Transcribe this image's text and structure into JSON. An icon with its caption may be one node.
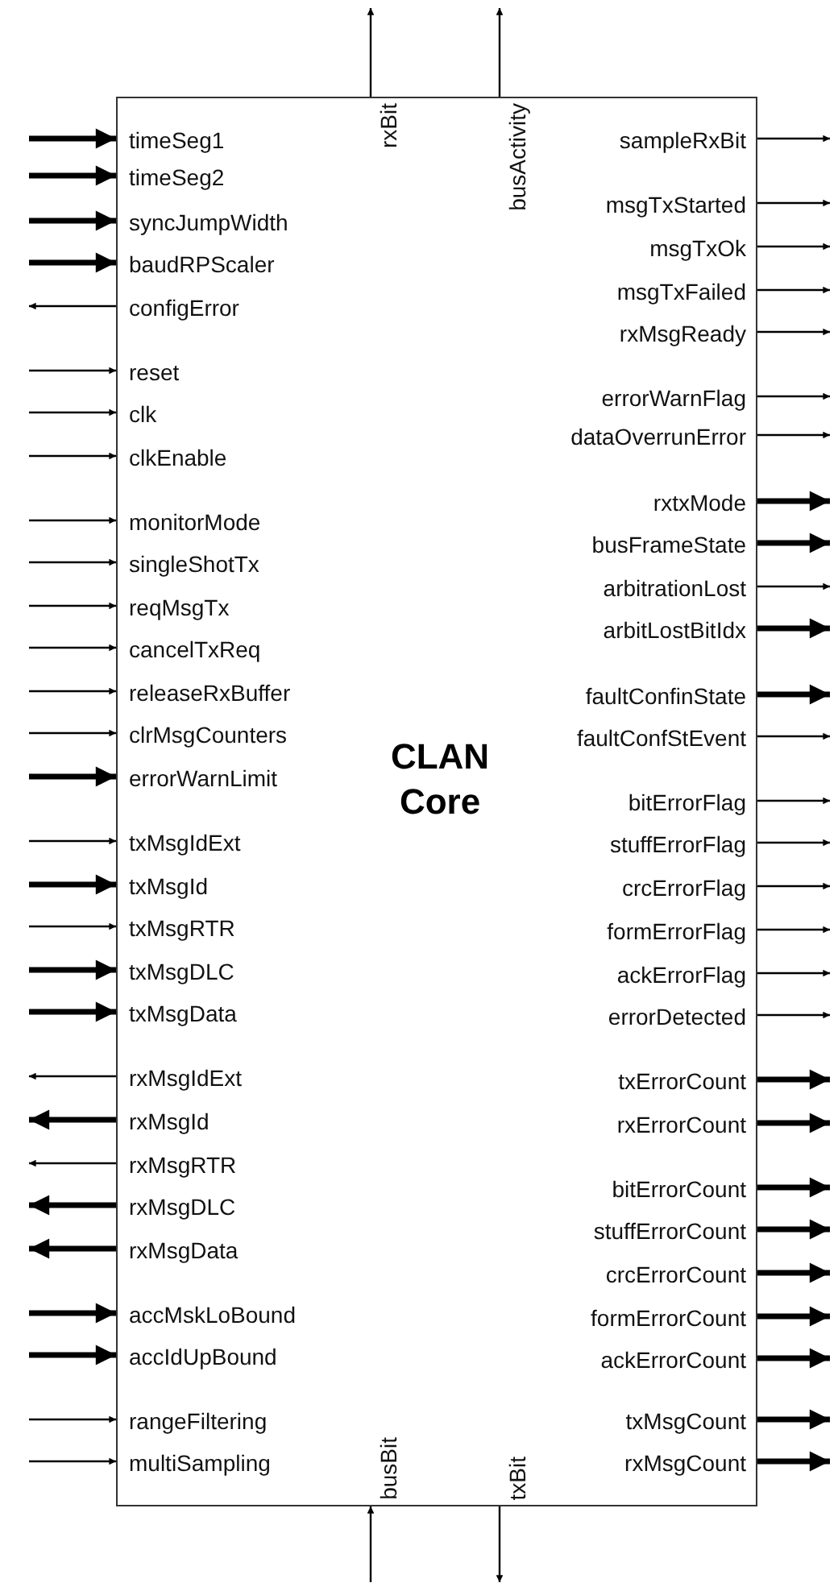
{
  "diagram": {
    "nodes": [
      {
        "text": [
          "CLAN Core"
        ]
      },
      {
        "text": [
          "rxBit"
        ],
        "in": 0
      },
      {
        "text": [
          "busActivity"
        ],
        "in": 0
      },
      {
        "text": [
          "timeSeg1"
        ],
        "in": 0
      },
      {
        "text": [
          "timeSeg2"
        ],
        "in": 0
      },
      {
        "text": [
          "syncJumpWidth"
        ],
        "in": 0
      },
      {
        "text": [
          "baudRPScaler"
        ],
        "in": 0
      },
      {
        "text": [
          "configError"
        ],
        "in": 0
      },
      {
        "text": [
          "reset"
        ],
        "in": 0
      },
      {
        "text": [
          "clk"
        ],
        "in": 0
      },
      {
        "text": [
          "clkEnable"
        ],
        "in": 0
      },
      {
        "text": [
          "monitorMode"
        ],
        "in": 0
      },
      {
        "text": [
          "singleShotTx"
        ],
        "in": 0
      },
      {
        "text": [
          "reqMsgTx"
        ],
        "in": 0
      },
      {
        "text": [
          "cancelTxReq"
        ],
        "in": 0
      },
      {
        "text": [
          "releaseRxBuffer"
        ],
        "in": 0
      },
      {
        "text": [
          "clrMsgCounters"
        ],
        "in": 0
      },
      {
        "text": [
          "errorWarnLimit"
        ],
        "in": 0
      },
      {
        "text": [
          "txMsgIdExt"
        ],
        "in": 0
      },
      {
        "text": [
          "txMsgId"
        ],
        "in": 0
      },
      {
        "text": [
          "txMsgRTR"
        ],
        "in": 0
      },
      {
        "text": [
          "txMsgDLC"
        ],
        "in": 0
      },
      {
        "text": [
          "txMsgData"
        ],
        "in": 0
      },
      {
        "text": [
          "rxMsgIdExt"
        ],
        "in": 0
      },
      {
        "text": [
          "rxMsgId"
        ],
        "in": 0
      },
      {
        "text": [
          "rxMsgRTR"
        ],
        "in": 0
      },
      {
        "text": [
          "rxMsgDLC"
        ],
        "in": 0
      },
      {
        "text": [
          "rxMsgData"
        ],
        "in": 0
      },
      {
        "text": [
          "accMskLoBound"
        ],
        "in": 0
      },
      {
        "text": [
          "accIdUpBound"
        ],
        "in": 0
      },
      {
        "text": [
          "rangeFiltering"
        ],
        "in": 0
      },
      {
        "text": [
          "multiSampling"
        ],
        "in": 0
      },
      {
        "text": [
          "sampleRxBit"
        ],
        "in": 0
      },
      {
        "text": [
          "msgTxStarted"
        ],
        "in": 0
      },
      {
        "text": [
          "msgTxOk"
        ],
        "in": 0
      },
      {
        "text": [
          "msgTxFailed"
        ],
        "in": 0
      },
      {
        "text": [
          "rxMsgReady"
        ],
        "in": 0
      },
      {
        "text": [
          "errorWarnFlag"
        ],
        "in": 0
      },
      {
        "text": [
          "dataOverrunError"
        ],
        "in": 0
      },
      {
        "text": [
          "rxtxMode"
        ],
        "in": 0
      },
      {
        "text": [
          "busFrameState"
        ],
        "in": 0
      },
      {
        "text": [
          "arbitrationLost"
        ],
        "in": 0
      },
      {
        "text": [
          "arbitLostBitIdx"
        ],
        "in": 0
      },
      {
        "text": [
          "faultConfinState"
        ],
        "in": 0
      },
      {
        "text": [
          "faultConfStEvent"
        ],
        "in": 0
      },
      {
        "text": [
          "bitErrorFlag"
        ],
        "in": 0
      },
      {
        "text": [
          "stuffErrorFlag"
        ],
        "in": 0
      },
      {
        "text": [
          "crcErrorFlag"
        ],
        "in": 0
      },
      {
        "text": [
          "formErrorFlag"
        ],
        "in": 0
      },
      {
        "text": [
          "ackErrorFlag"
        ],
        "in": 0
      },
      {
        "text": [
          "errorDetected"
        ],
        "in": 0
      },
      {
        "text": [
          "txErrorCount"
        ],
        "in": 0
      },
      {
        "text": [
          "rxErrorCount"
        ],
        "in": 0
      },
      {
        "text": [
          "bitErrorCount"
        ],
        "in": 0
      },
      {
        "text": [
          "stuffErrorCount"
        ],
        "in": 0
      },
      {
        "text": [
          "crcErrorCount"
        ],
        "in": 0
      },
      {
        "text": [
          "formErrorCount"
        ],
        "in": 0
      },
      {
        "text": [
          "ackErrorCount"
        ],
        "in": 0
      },
      {
        "text": [
          "txMsgCount"
        ],
        "in": 0
      },
      {
        "text": [
          "rxMsgCount"
        ],
        "in": 0
      },
      {
        "text": [
          "busBit"
        ],
        "in": 0
      },
      {
        "text": [
          "txBit"
        ],
        "in": 0
      }
    ],
    "edges": [
      {
        "from": 1,
        "to": null,
        "arrow": "to"
      },
      {
        "from": 2,
        "to": null,
        "arrow": "to"
      },
      {
        "from": null,
        "to": 3,
        "arrow": "to",
        "style": "thick"
      },
      {
        "from": null,
        "to": 4,
        "arrow": "to",
        "style": "thick"
      },
      {
        "from": null,
        "to": 5,
        "arrow": "to",
        "style": "thick"
      },
      {
        "from": null,
        "to": 6,
        "arrow": "to",
        "style": "thick"
      },
      {
        "from": 7,
        "to": null,
        "arrow": "to"
      },
      {
        "from": null,
        "to": 8,
        "arrow": "to"
      },
      {
        "from": null,
        "to": 9,
        "arrow": "to"
      },
      {
        "from": null,
        "to": 10,
        "arrow": "to"
      },
      {
        "from": null,
        "to": 11,
        "arrow": "to"
      },
      {
        "from": null,
        "to": 12,
        "arrow": "to"
      },
      {
        "from": null,
        "to": 13,
        "arrow": "to"
      },
      {
        "from": null,
        "to": 14,
        "arrow": "to"
      },
      {
        "from": null,
        "to": 15,
        "arrow": "to"
      },
      {
        "from": null,
        "to": 16,
        "arrow": "to"
      },
      {
        "from": null,
        "to": 17,
        "arrow": "to",
        "style": "thick"
      },
      {
        "from": null,
        "to": 18,
        "arrow": "to"
      },
      {
        "from": null,
        "to": 19,
        "arrow": "to",
        "style": "thick"
      },
      {
        "from": null,
        "to": 20,
        "arrow": "to"
      },
      {
        "from": null,
        "to": 21,
        "arrow": "to",
        "style": "thick"
      },
      {
        "from": null,
        "to": 22,
        "arrow": "to",
        "style": "thick"
      },
      {
        "from": 23,
        "to": null,
        "arrow": "to"
      },
      {
        "from": 24,
        "to": null,
        "arrow": "to",
        "style": "thick"
      },
      {
        "from": 25,
        "to": null,
        "arrow": "to"
      },
      {
        "from": 26,
        "to": null,
        "arrow": "to",
        "style": "thick"
      },
      {
        "from": 27,
        "to": null,
        "arrow": "to",
        "style": "thick"
      },
      {
        "from": null,
        "to": 28,
        "arrow": "to",
        "style": "thick"
      },
      {
        "from": null,
        "to": 29,
        "arrow": "to",
        "style": "thick"
      },
      {
        "from": null,
        "to": 30,
        "arrow": "to"
      },
      {
        "from": null,
        "to": 31,
        "arrow": "to"
      },
      {
        "from": 32,
        "to": null,
        "arrow": "to"
      },
      {
        "from": 33,
        "to": null,
        "arrow": "to"
      },
      {
        "from": 34,
        "to": null,
        "arrow": "to"
      },
      {
        "from": 35,
        "to": null,
        "arrow": "to"
      },
      {
        "from": 36,
        "to": null,
        "arrow": "to"
      },
      {
        "from": 37,
        "to": null,
        "arrow": "to"
      },
      {
        "from": 38,
        "to": null,
        "arrow": "to"
      },
      {
        "from": 39,
        "to": null,
        "arrow": "to",
        "style": "thick"
      },
      {
        "from": 40,
        "to": null,
        "arrow": "to",
        "style": "thick"
      },
      {
        "from": 41,
        "to": null,
        "arrow": "to"
      },
      {
        "from": 42,
        "to": null,
        "arrow": "to",
        "style": "thick"
      },
      {
        "from": 43,
        "to": null,
        "arrow": "to",
        "style": "thick"
      },
      {
        "from": 44,
        "to": null,
        "arrow": "to"
      },
      {
        "from": 45,
        "to": null,
        "arrow": "to"
      },
      {
        "from": 46,
        "to": null,
        "arrow": "to"
      },
      {
        "from": 47,
        "to": null,
        "arrow": "to"
      },
      {
        "from": 48,
        "to": null,
        "arrow": "to"
      },
      {
        "from": 49,
        "to": null,
        "arrow": "to"
      },
      {
        "from": 50,
        "to": null,
        "arrow": "to"
      },
      {
        "from": 51,
        "to": null,
        "arrow": "to",
        "style": "thick"
      },
      {
        "from": 52,
        "to": null,
        "arrow": "to",
        "style": "thick"
      },
      {
        "from": 53,
        "to": null,
        "arrow": "to",
        "style": "thick"
      },
      {
        "from": 54,
        "to": null,
        "arrow": "to",
        "style": "thick"
      },
      {
        "from": 55,
        "to": null,
        "arrow": "to",
        "style": "thick"
      },
      {
        "from": 56,
        "to": null,
        "arrow": "to",
        "style": "thick"
      },
      {
        "from": 57,
        "to": null,
        "arrow": "to",
        "style": "thick"
      },
      {
        "from": 58,
        "to": null,
        "arrow": "to",
        "style": "thick"
      },
      {
        "from": 59,
        "to": null,
        "arrow": "to",
        "style": "thick"
      },
      {
        "from": null,
        "to": 60,
        "arrow": "to"
      },
      {
        "from": 61,
        "to": null,
        "arrow": "to"
      }
    ]
  }
}
